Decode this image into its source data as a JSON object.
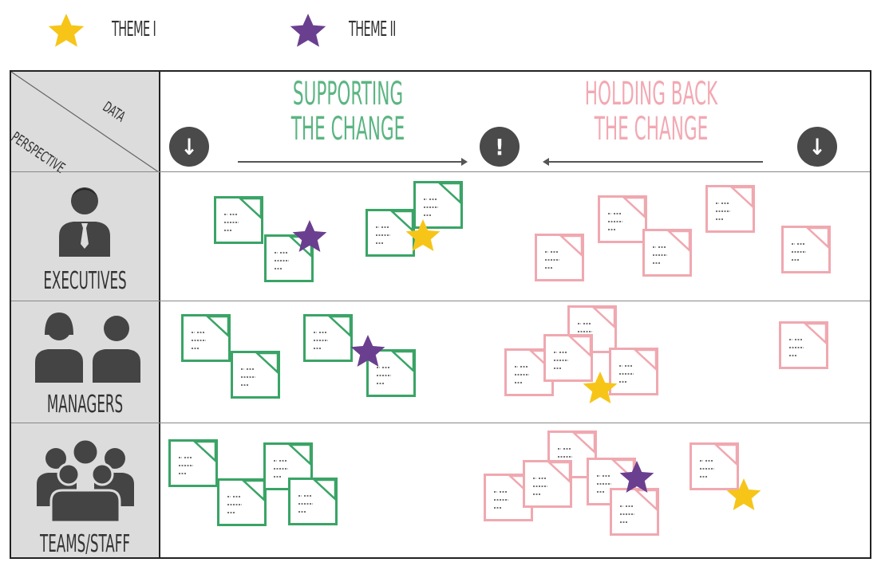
{
  "legend": [
    {
      "label": "THEME I",
      "icon": "star-icon",
      "color": "#f6c518"
    },
    {
      "label": "THEME II",
      "icon": "star-icon",
      "color": "#6b3f8f"
    }
  ],
  "corner": {
    "top_label": "DATA",
    "bottom_label": "PERSPECTIVE"
  },
  "columns": {
    "supporting": {
      "line1": "SUPPORTING",
      "line2": "THE CHANGE",
      "color": "#5bb582"
    },
    "holding": {
      "line1": "HOLDING BACK",
      "line2": "THE CHANGE",
      "color": "#f2a9b3"
    }
  },
  "header_icons": {
    "left": "↓",
    "center": "!",
    "right": "↓"
  },
  "rows": [
    {
      "label": "EXECUTIVES",
      "icon": "executive-icon"
    },
    {
      "label": "MANAGERS",
      "icon": "managers-icon"
    },
    {
      "label": "TEAMS/STAFF",
      "icon": "team-icon"
    }
  ],
  "colors": {
    "green_note": "#3aa466",
    "pink_note": "#f0a8b0",
    "gold": "#f6c518",
    "purple": "#6b3f8f"
  }
}
